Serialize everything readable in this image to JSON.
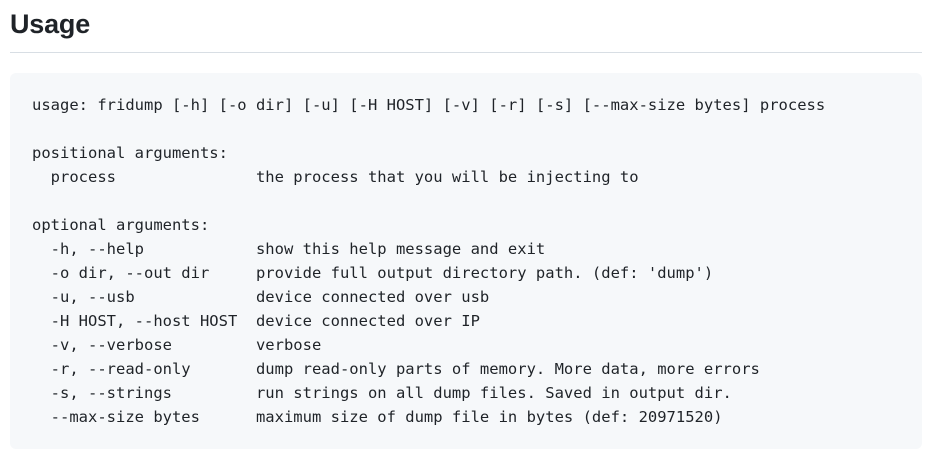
{
  "page": {
    "title": "Usage"
  },
  "colors": {
    "heading_text": "#1f2328",
    "heading_border": "#d8dee4",
    "code_background": "#f6f8fa",
    "code_text": "#1f2328"
  },
  "code_block": {
    "lines": [
      "usage: fridump [-h] [-o dir] [-u] [-H HOST] [-v] [-r] [-s] [--max-size bytes] process",
      "",
      "positional arguments:",
      "  process               the process that you will be injecting to",
      "",
      "optional arguments:",
      "  -h, --help            show this help message and exit",
      "  -o dir, --out dir     provide full output directory path. (def: 'dump')",
      "  -u, --usb             device connected over usb",
      "  -H HOST, --host HOST  device connected over IP",
      "  -v, --verbose         verbose",
      "  -r, --read-only       dump read-only parts of memory. More data, more errors",
      "  -s, --strings         run strings on all dump files. Saved in output dir.",
      "  --max-size bytes      maximum size of dump file in bytes (def: 20971520)"
    ]
  }
}
